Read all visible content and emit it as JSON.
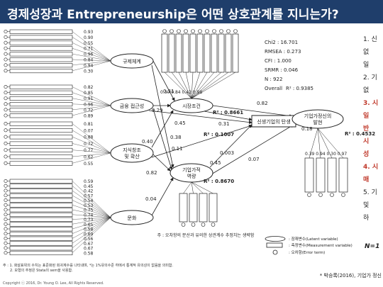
{
  "slide": {
    "title": "경제성장과 Entrepreneurship은 어떤 상호관계를 지니는가?"
  },
  "fit_stats": {
    "chi2": "Chi2 : 16.701",
    "rmsea": "RMSEA : 0.273",
    "cfi": "CFI : 1.000",
    "srmr": "SRMR : 0.046",
    "n": "N : 922",
    "overall_prefix": "Overall",
    "overall_r2": "R² : 0.9385"
  },
  "latents": {
    "regulation": "규제체계",
    "finance": "금융 접근성",
    "knowledge": "지식창조 및 확산",
    "culture": "문화",
    "market": "시장조건",
    "startup": "신생기업의 탄생",
    "value": "기업가적 역량",
    "growth": "기업가정신의 발현"
  },
  "loadings": {
    "regulation": [
      "0.93",
      "0.90",
      "0.55",
      "0.71",
      "0.96",
      "0.84",
      "0.94",
      "0.30"
    ],
    "finance": [
      "0.82",
      "0.85",
      "0.91",
      "0.96",
      "0.72",
      "0.89"
    ],
    "knowledge": [
      "0.81",
      "0.07",
      "0.88",
      "0.72",
      "0.77",
      "0.62",
      "0.55"
    ],
    "culture": [
      "0.59",
      "0.45",
      "0.42",
      "0.57",
      "0.54",
      "0.53",
      "0.75",
      "0.74",
      "0.73",
      "0.65",
      "0.58",
      "0.69",
      "0.56",
      "0.67",
      "0.67",
      "0.58"
    ]
  },
  "paths": {
    "reg_market": "0.31",
    "fin_market": "0.29",
    "know_market": "0.40",
    "reg_value": "0.38",
    "fin_value": "0.11",
    "know_value": "0.82",
    "culture_value": "0.04",
    "market_startup": "0.31",
    "market_growth": "0.82",
    "startup_growth": "0.18",
    "value_startup": "0.45",
    "value_growth": "0.07",
    "fin_startup": "0.45",
    "know_startup": "0.003"
  },
  "r2": {
    "market": "R² : 0.8661",
    "startup": "R² : 0.1007",
    "value": "R² : 0.8670",
    "growth": "R² : 0.4532"
  },
  "market_loadings": "0.30 0.84 0.42 0.98",
  "growth_loadings": "0.39 0.94 0.30 0.97",
  "legend": {
    "latent": ": 잠재변수(Latent variable)",
    "measurement": ": 측정변수(Measurement variable)",
    "error": ": 오차항(Error term)"
  },
  "notes": {
    "center": "주 : 오차항의 분산과 유의한 상관계수 추정치는 생략함",
    "n1": "주 : 1. 화살표위의 수치는 표준화된 회귀계수를 나타내며, *는 1%유의수준 하에서 통계적 유의성이 없음을 의미함.",
    "n2": "2. 모형의 추정은 Stata의 sem을 사용함.",
    "copyright": "Copyright ⓒ 2016, Dr. Young O. Lee, All Rights Reserved.",
    "citation": "* 박승록(2016), 기업가 정신"
  },
  "right_panel": {
    "items": [
      {
        "prefix": "1.",
        "text": "신"
      },
      {
        "prefix": "",
        "text": "없"
      },
      {
        "prefix": "",
        "text": "일"
      },
      {
        "prefix": "2.",
        "text": "기"
      },
      {
        "prefix": "",
        "text": "없"
      },
      {
        "prefix": "3.",
        "text": "시"
      },
      {
        "prefix": "",
        "text": "일"
      },
      {
        "prefix": "",
        "text": "반"
      },
      {
        "prefix": "",
        "text": "시"
      },
      {
        "prefix": "",
        "text": "성"
      },
      {
        "prefix": "4.",
        "text": "시"
      },
      {
        "prefix": "",
        "text": "매"
      },
      {
        "prefix": "5.",
        "text": "기"
      },
      {
        "prefix": "",
        "text": "및"
      },
      {
        "prefix": "",
        "text": "하"
      }
    ],
    "n_label": "N=1"
  },
  "colors": {
    "title_bg": "#1f3e6b",
    "emphasis_red": "#c0392b",
    "text": "#222222"
  }
}
